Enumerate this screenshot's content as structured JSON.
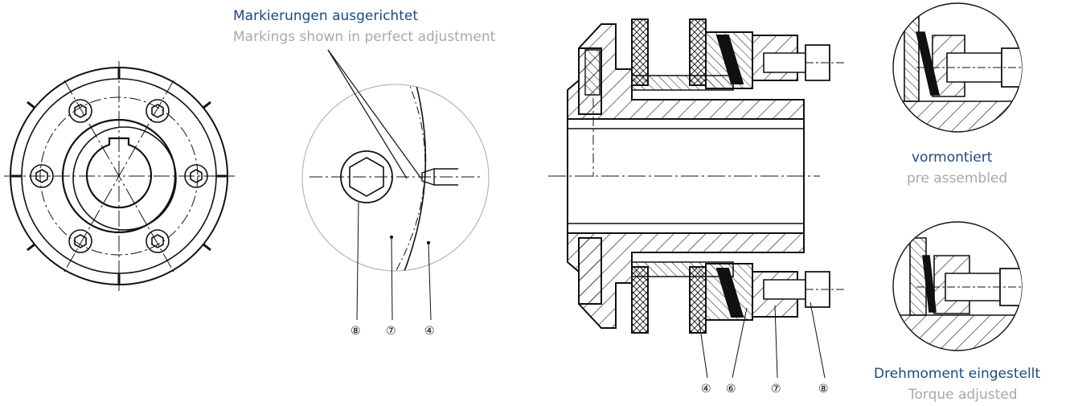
{
  "captions": {
    "markings_de": "Markierungen ausgerichtet",
    "markings_en": "Markings shown in perfect adjustment",
    "preassembled_de": "vormontiert",
    "preassembled_en": "pre assembled",
    "torque_de": "Drehmoment eingestellt",
    "torque_en": "Torque adjusted"
  },
  "part_numbers": {
    "detail": [
      "⑧",
      "⑦",
      "④"
    ],
    "section": [
      "④",
      "⑥",
      "⑦",
      "⑧"
    ]
  },
  "colors": {
    "caption_de": "#1b4a7a",
    "caption_en": "#a9a9a9",
    "line": "#111111"
  }
}
